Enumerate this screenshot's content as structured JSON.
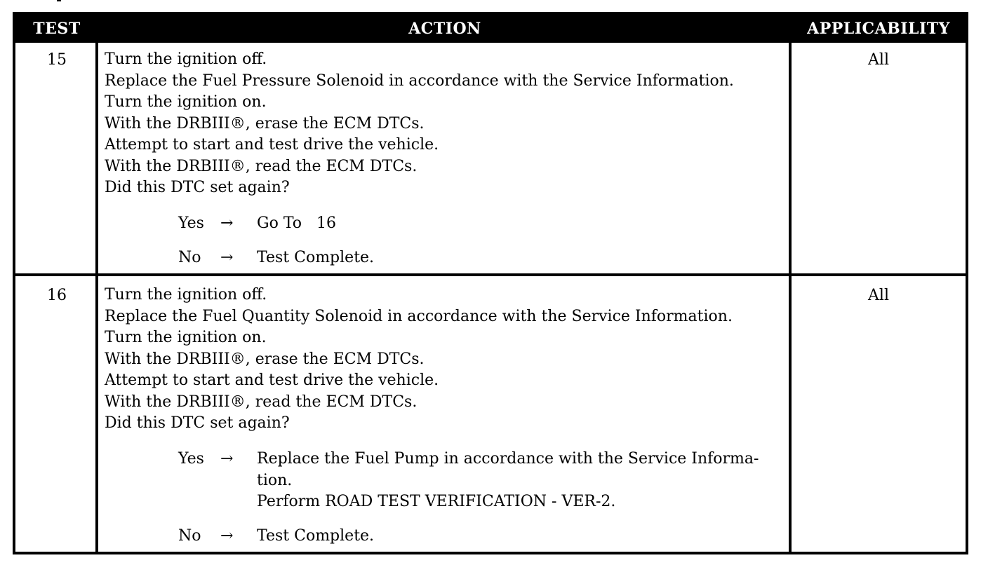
{
  "table": {
    "headers": {
      "test": "TEST",
      "action": "ACTION",
      "applicability": "APPLICABILITY"
    },
    "rows": [
      {
        "test": "15",
        "applicability": "All",
        "steps": [
          "Turn the ignition off.",
          "Replace the Fuel Pressure Solenoid in accordance with the Service Information.",
          "Turn the ignition on.",
          "With the DRBIII®, erase the ECM DTCs.",
          "Attempt to start and test drive the vehicle.",
          "With the DRBIII®, read the ECM DTCs.",
          "Did this DTC set again?"
        ],
        "yes": {
          "label": "Yes",
          "arrow": "→",
          "result": "Go To   16"
        },
        "no": {
          "label": "No",
          "arrow": "→",
          "result": "Test Complete."
        }
      },
      {
        "test": "16",
        "applicability": "All",
        "steps": [
          "Turn the ignition off.",
          "Replace the Fuel Quantity Solenoid in accordance with the Service Information.",
          "Turn the ignition on.",
          "With the DRBIII®, erase the ECM DTCs.",
          "Attempt to start and test drive the vehicle.",
          "With the DRBIII®, read the ECM DTCs.",
          "Did this DTC set again?"
        ],
        "yes": {
          "label": "Yes",
          "arrow": "→",
          "result_lines": [
            "Replace the Fuel Pump in accordance with the Service Informa-",
            "tion.",
            "Perform ROAD TEST VERIFICATION - VER-2."
          ]
        },
        "no": {
          "label": "No",
          "arrow": "→",
          "result": "Test Complete."
        }
      }
    ]
  }
}
